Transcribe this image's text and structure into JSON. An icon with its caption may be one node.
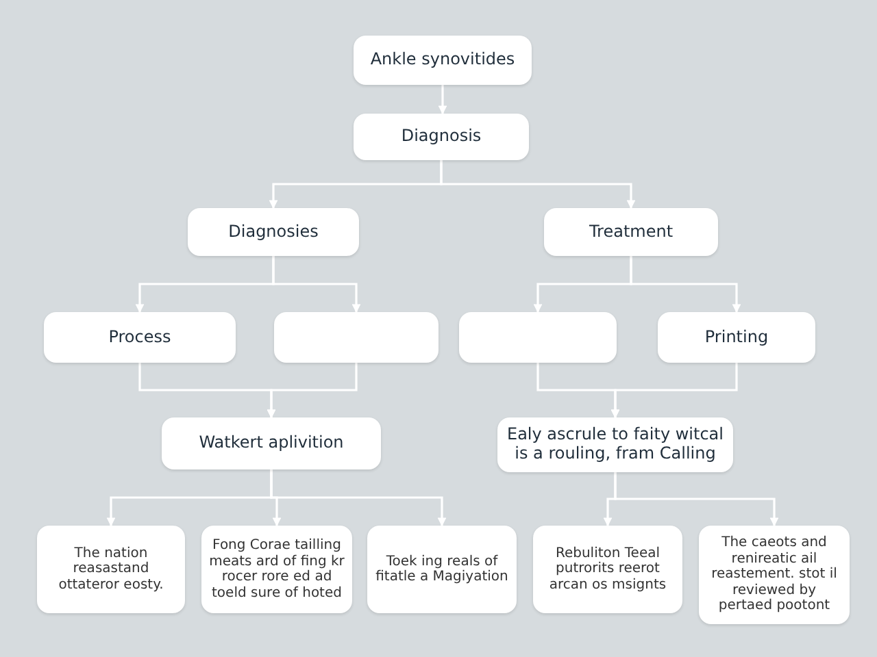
{
  "diagram": {
    "nodes": [
      {
        "text": [
          "Ankle synovitides"
        ]
      },
      {
        "text": [
          "Diagnosis"
        ]
      },
      {
        "text": [
          "Diagnosies"
        ]
      },
      {
        "text": [
          "Treatment"
        ]
      },
      {
        "text": [
          "Process"
        ]
      },
      {
        "text": [],
        "shape": "box"
      },
      {
        "text": [],
        "shape": "box"
      },
      {
        "text": [
          "Printing"
        ]
      },
      {
        "text": [
          "Watkert aplivition"
        ]
      },
      {
        "text": [
          "Ealy ascrule to faity witcal is a rouling, fram Calling"
        ]
      },
      {
        "text": [
          "The nation reasastand ottateror eosty."
        ]
      },
      {
        "text": [
          "Fong Corae tailling meats ard of fing kr rocer rore ed ad toeld sure of hoted"
        ]
      },
      {
        "text": [
          "Toek ing reals of fitatle a Magiyation"
        ]
      },
      {
        "text": [
          "Rebuliton Teeal putrorits reerot arcan os msignts"
        ]
      },
      {
        "text": [
          "The caeots and renireatic ail reastement. stot il reviewed by pertaed pootont"
        ]
      }
    ],
    "edges": [
      {
        "from": 0,
        "to": 1,
        "arrow": "to"
      },
      {
        "from": 1,
        "to": 2,
        "arrow": "to"
      },
      {
        "from": 1,
        "to": 3,
        "arrow": "to"
      },
      {
        "from": 2,
        "to": 4,
        "arrow": "to"
      },
      {
        "from": 2,
        "to": 5,
        "arrow": "to"
      },
      {
        "from": 3,
        "to": 6,
        "arrow": "to"
      },
      {
        "from": 3,
        "to": 7,
        "arrow": "to"
      },
      {
        "from": 4,
        "to": 8,
        "arrow": "to"
      },
      {
        "from": 5,
        "to": 8,
        "arrow": "to"
      },
      {
        "from": 6,
        "to": 9,
        "arrow": "to"
      },
      {
        "from": 7,
        "to": 9,
        "arrow": "to"
      },
      {
        "from": 8,
        "to": 10,
        "arrow": "to"
      },
      {
        "from": 8,
        "to": 11,
        "arrow": "to"
      },
      {
        "from": 8,
        "to": 12,
        "arrow": "to"
      },
      {
        "from": 9,
        "to": 13,
        "arrow": "to"
      },
      {
        "from": 9,
        "to": 14,
        "arrow": "to"
      }
    ]
  }
}
